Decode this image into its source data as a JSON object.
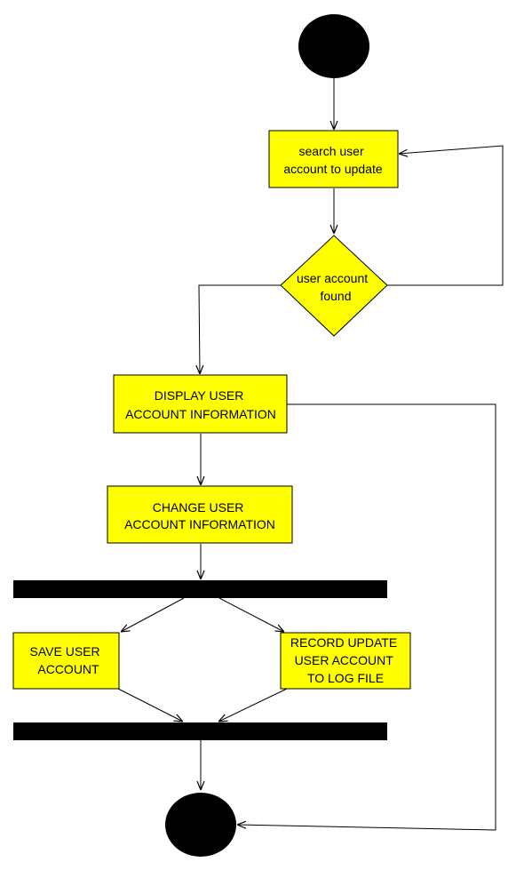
{
  "colors": {
    "node_fill": "#ffff00",
    "node_stroke": "#000000",
    "terminal_fill": "#000000",
    "edge": "#000000",
    "background": "#ffffff"
  },
  "diagram": {
    "nodes": {
      "start": {
        "kind": "initial-node"
      },
      "search": {
        "kind": "action",
        "lines": [
          "search user",
          "account to update"
        ]
      },
      "decision": {
        "kind": "decision",
        "lines": [
          "user account",
          "found"
        ]
      },
      "display": {
        "kind": "action",
        "lines": [
          "DISPLAY USER",
          "ACCOUNT INFORMATION"
        ]
      },
      "change": {
        "kind": "action",
        "lines": [
          "CHANGE USER",
          "ACCOUNT INFORMATION"
        ]
      },
      "fork": {
        "kind": "fork-bar"
      },
      "save": {
        "kind": "action",
        "lines": [
          "SAVE USER",
          "ACCOUNT"
        ]
      },
      "record": {
        "kind": "action",
        "lines": [
          "RECORD UPDATE",
          "USER ACCOUNT",
          "TO LOG FILE"
        ]
      },
      "join": {
        "kind": "join-bar"
      },
      "end": {
        "kind": "final-node"
      }
    },
    "edges": [
      {
        "from": "start",
        "to": "search"
      },
      {
        "from": "search",
        "to": "decision"
      },
      {
        "from": "decision",
        "to": "search",
        "note": "loop back on right"
      },
      {
        "from": "decision",
        "to": "display"
      },
      {
        "from": "display",
        "to": "change"
      },
      {
        "from": "display",
        "to": "end"
      },
      {
        "from": "change",
        "to": "fork"
      },
      {
        "from": "fork",
        "to": "save"
      },
      {
        "from": "fork",
        "to": "record"
      },
      {
        "from": "save",
        "to": "join"
      },
      {
        "from": "record",
        "to": "join"
      },
      {
        "from": "join",
        "to": "end"
      }
    ]
  }
}
